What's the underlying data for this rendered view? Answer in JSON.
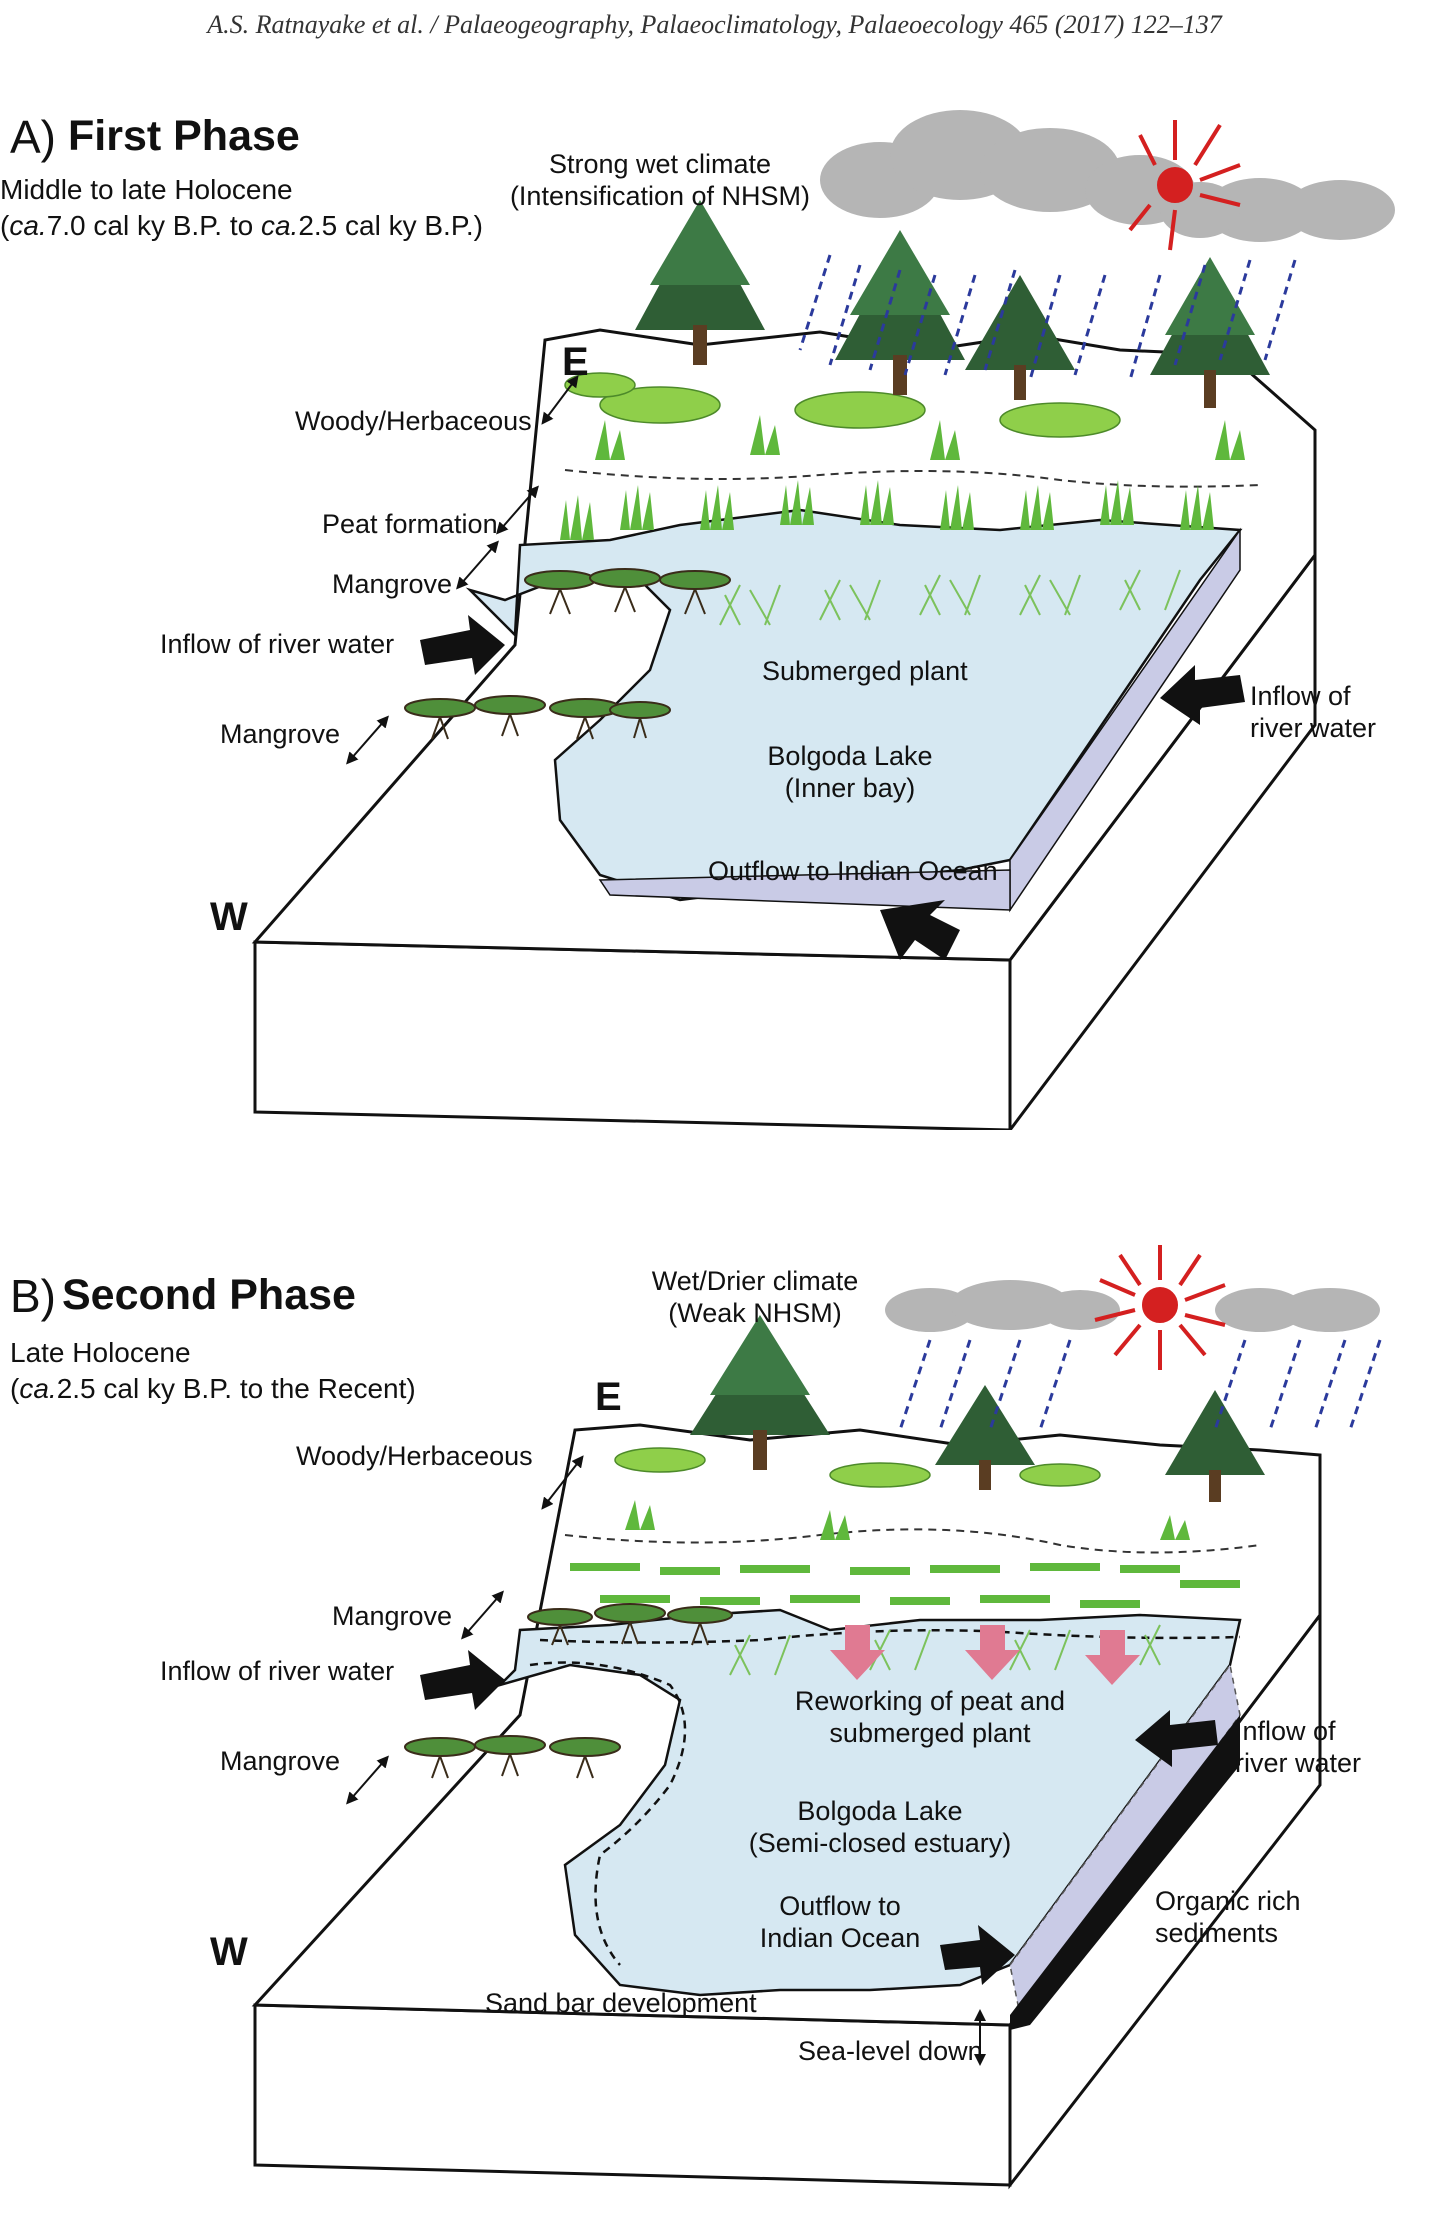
{
  "header": "A.S. Ratnayake et al. / Palaeogeography, Palaeoclimatology, Palaeoecology 465 (2017) 122–137",
  "panels": [
    {
      "letter": "A)",
      "title": "First Phase",
      "period": "Middle to late Holocene",
      "range": {
        "ca1": "ca.",
        "v1": "7.0 cal ky B.P. to ",
        "ca2": "ca.",
        "v2": "2.5 cal ky B.P.)"
      },
      "climate_line1": "Strong wet climate",
      "climate_line2": "(Intensification of NHSM)",
      "east": "E",
      "west": "W",
      "labels": {
        "woody": "Woody/Herbaceous",
        "peat": "Peat formation",
        "mangrove_upper": "Mangrove",
        "inflow_left": "Inflow of river water",
        "mangrove_lower": "Mangrove",
        "submerged": "Submerged plant",
        "inflow_right_1": "Inflow of",
        "inflow_right_2": "river water",
        "lake_1": "Bolgoda Lake",
        "lake_2": "(Inner bay)",
        "outflow": "Outflow to Indian Ocean"
      }
    },
    {
      "letter": "B)",
      "title": "Second Phase",
      "period": "Late Holocene",
      "range": {
        "ca1": "ca.",
        "v1": "2.5 cal ky B.P. to the Recent)"
      },
      "climate_line1": "Wet/Drier climate",
      "climate_line2": "(Weak NHSM)",
      "east": "E",
      "west": "W",
      "labels": {
        "woody": "Woody/Herbaceous",
        "mangrove_upper": "Mangrove",
        "inflow_left": "Inflow of river water",
        "mangrove_lower": "Mangrove",
        "rework_1": "Reworking of peat and",
        "rework_2": "submerged plant",
        "inflow_right_1": "Inflow of",
        "inflow_right_2": "river water",
        "lake_1": "Bolgoda Lake",
        "lake_2": "(Semi-closed estuary)",
        "outflow_1": "Outflow to",
        "outflow_2": "Indian Ocean",
        "organic_1": "Organic rich",
        "organic_2": "sediments",
        "sandbar": "Sand bar development",
        "sealevel": "Sea-level down"
      }
    }
  ],
  "colors": {
    "water": "#d6e8f2",
    "side_water": "#c9cbe6",
    "cloud": "#b5b5b5",
    "sun": "#d42020",
    "rain": "#2b3a9c",
    "tree": "#2f5e35",
    "grass": "#5fb83c",
    "rework_arrow": "#e07a92"
  }
}
